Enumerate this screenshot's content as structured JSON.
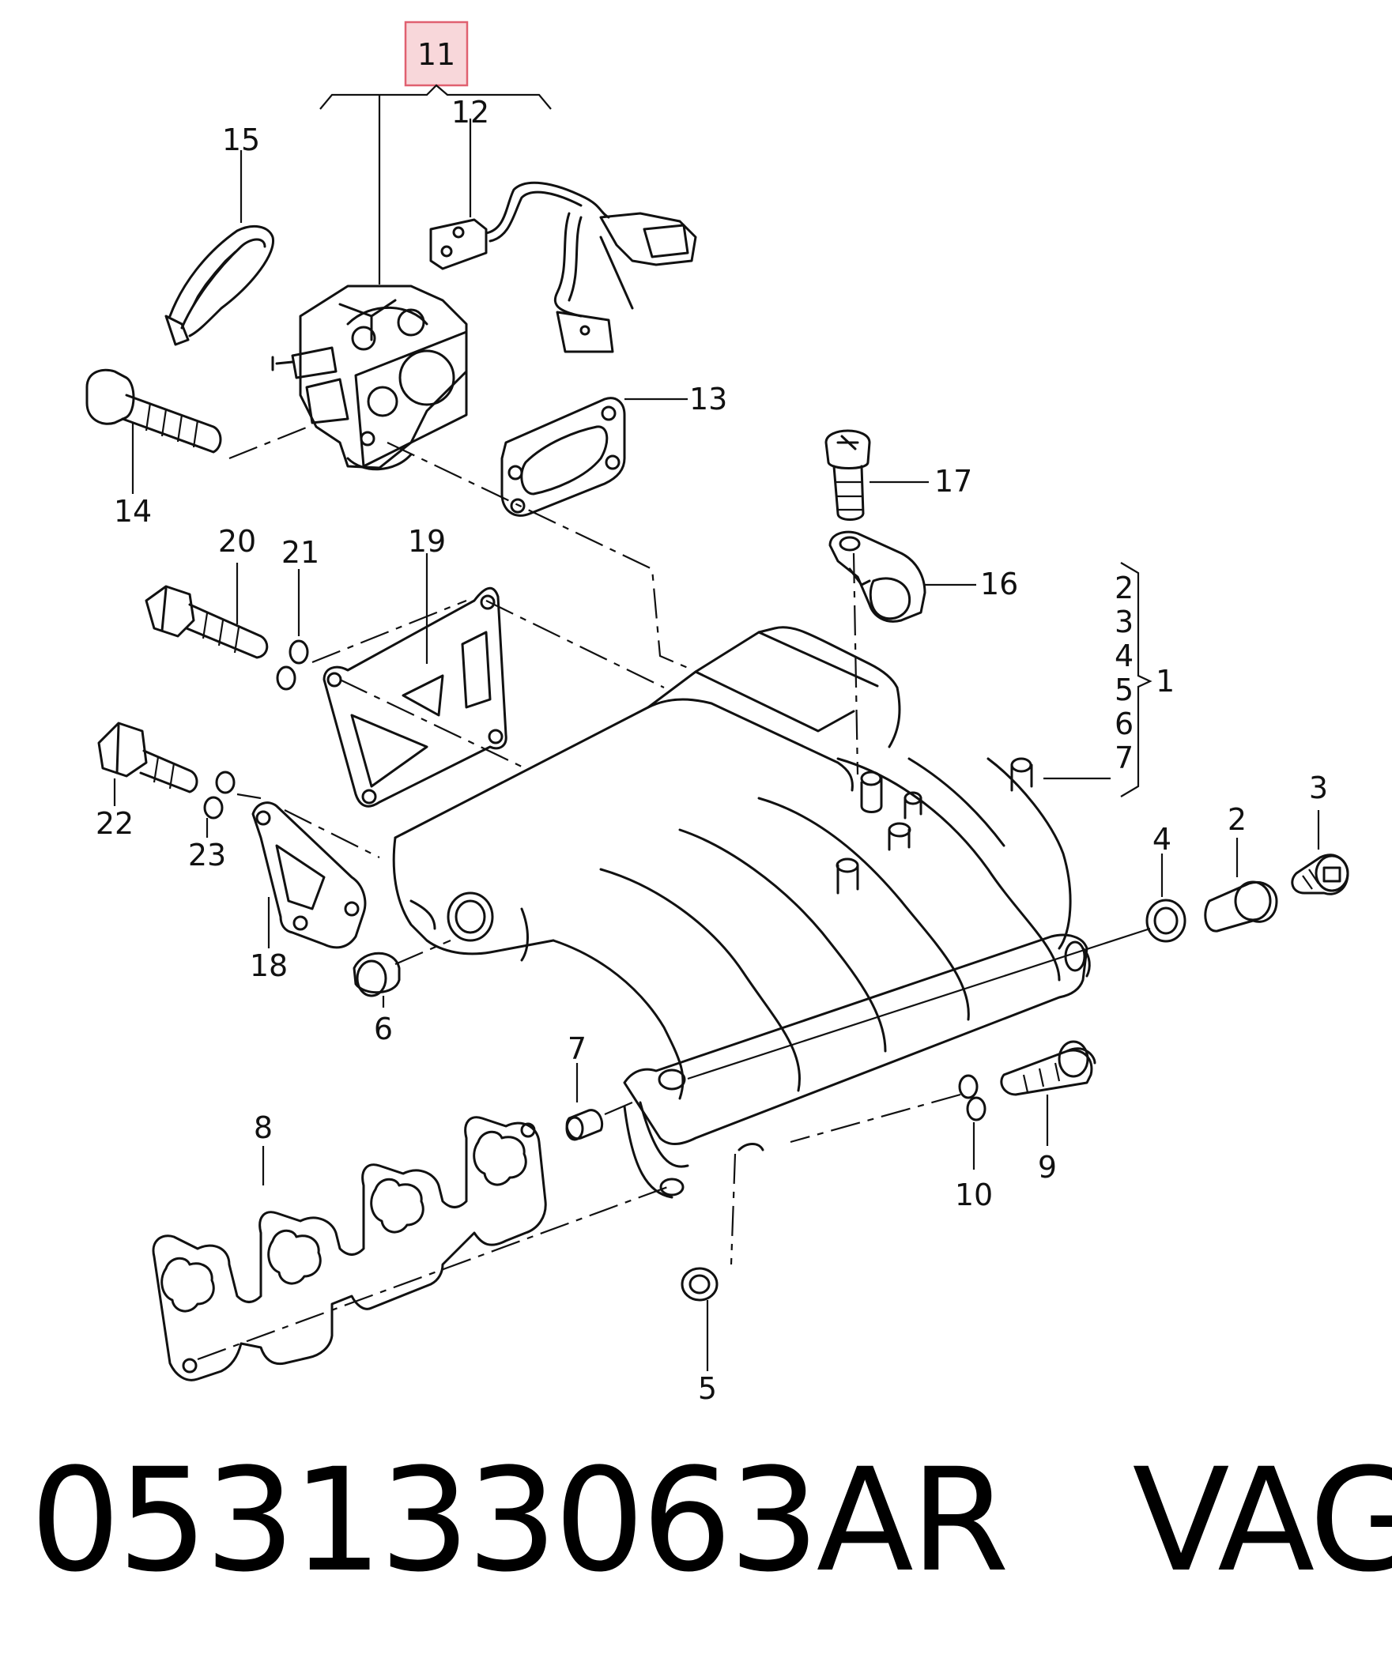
{
  "callouts": {
    "c1": "1",
    "c2": "2",
    "c3": "3",
    "c4": "4",
    "c5": "5",
    "c6": "6",
    "c7": "7",
    "c8": "8",
    "c9": "9",
    "c10": "10",
    "c11": "11",
    "c12": "12",
    "c13": "13",
    "c14": "14",
    "c15": "15",
    "c16": "16",
    "c17": "17",
    "c18": "18",
    "c19": "19",
    "c20": "20",
    "c21": "21",
    "c22": "22",
    "c23": "23",
    "g2": "2",
    "g3": "3",
    "g4": "4",
    "g5": "5",
    "g6": "6",
    "g7": "7"
  },
  "footer": {
    "part_number": "053133063AR",
    "brand": "VAG"
  },
  "colors": {
    "highlight_fill": "#f8d7da",
    "highlight_stroke": "#e06070",
    "line": "#111111"
  }
}
